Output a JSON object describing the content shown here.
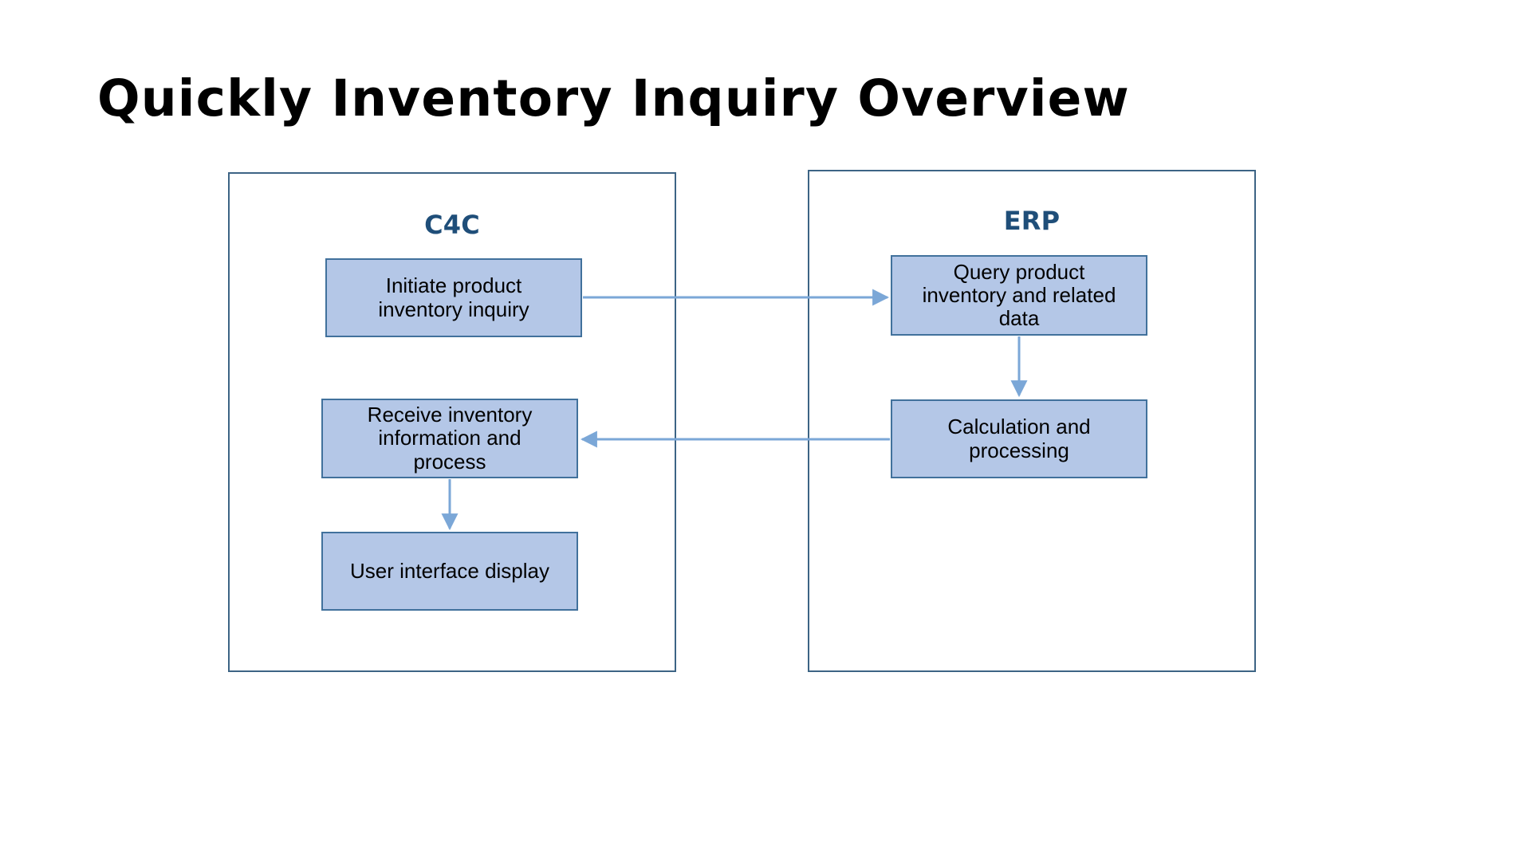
{
  "slide": {
    "title": "Quickly Inventory Inquiry Overview",
    "background_color": "#FFFFFF"
  },
  "theme": {
    "lane_border_color": "#3D6485",
    "lane_title_color": "#1F4E79",
    "node_fill_color": "#B4C7E7",
    "node_border_color": "#41719C",
    "connector_color": "#7BA7D7",
    "text_color": "#000000"
  },
  "lanes": [
    {
      "id": "c4c",
      "title": "C4C",
      "nodes": [
        {
          "id": "initiate",
          "label_lines": [
            "Initiate product",
            "inventory inquiry"
          ]
        },
        {
          "id": "receive",
          "label_lines": [
            "Receive inventory",
            "information and",
            "process"
          ]
        },
        {
          "id": "ui",
          "label_lines": [
            "User interface display"
          ]
        }
      ]
    },
    {
      "id": "erp",
      "title": "ERP",
      "nodes": [
        {
          "id": "query",
          "label_lines": [
            "Query product",
            "inventory and related",
            "data"
          ]
        },
        {
          "id": "calc",
          "label_lines": [
            "Calculation and",
            "processing"
          ]
        }
      ]
    }
  ],
  "connectors": [
    {
      "id": "initiate-to-query",
      "from": "initiate",
      "to": "query",
      "direction": "right",
      "label": ""
    },
    {
      "id": "query-to-calc",
      "from": "query",
      "to": "calc",
      "direction": "down",
      "label": ""
    },
    {
      "id": "calc-to-receive",
      "from": "calc",
      "to": "receive",
      "direction": "left",
      "label": ""
    },
    {
      "id": "receive-to-ui",
      "from": "receive",
      "to": "ui",
      "direction": "down",
      "label": ""
    }
  ]
}
